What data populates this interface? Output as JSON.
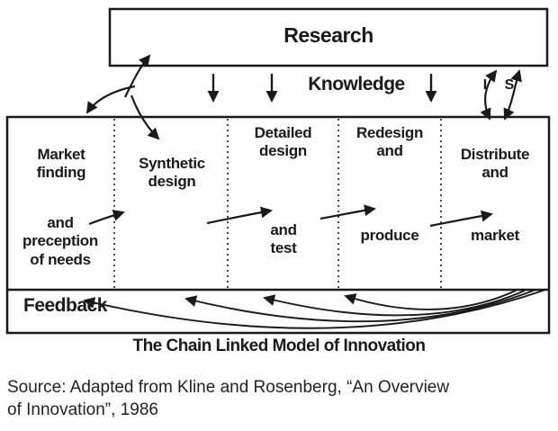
{
  "diagram": {
    "title_box": "Research",
    "knowledge_label": "Knowledge",
    "innovation_label": "I",
    "science_label": "S",
    "stages": [
      {
        "top": "Market\nfinding",
        "bottom": "and\npreception\nof needs"
      },
      {
        "top": "Synthetic\ndesign",
        "bottom": ""
      },
      {
        "top": "Detailed\ndesign",
        "bottom": "and\ntest"
      },
      {
        "top": "Redesign\nand",
        "bottom": "produce"
      },
      {
        "top": "Distribute\nand",
        "bottom": "market"
      }
    ],
    "feedback_label": "Feedback",
    "caption": "The Chain Linked Model of Innovation",
    "source": "Source: Adapted from Kline and Rosenberg, “An Overview\nof Innovation”, 1986",
    "colors": {
      "ink": "#1a1a1a",
      "background": "#ffffff"
    }
  }
}
